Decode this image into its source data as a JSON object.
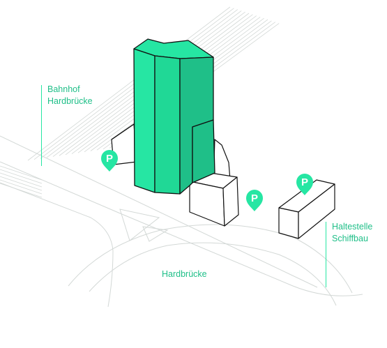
{
  "colors": {
    "accent": "#26e6a3",
    "accent_dark": "#1fbf88",
    "accent_side": "#20d896",
    "ink": "#111111",
    "line": "#d3d8d6",
    "text": "#1fbf88"
  },
  "labels": {
    "bahnhof": {
      "line1": "Bahnhof",
      "line2": "Hardbrücke"
    },
    "haltestelle": {
      "line1": "Haltestelle",
      "line2": "Schiffbau"
    },
    "hardbruecke": "Hardbrücke"
  },
  "parking": {
    "glyph": "P",
    "icon": "parking-pin-icon",
    "count": 3
  }
}
